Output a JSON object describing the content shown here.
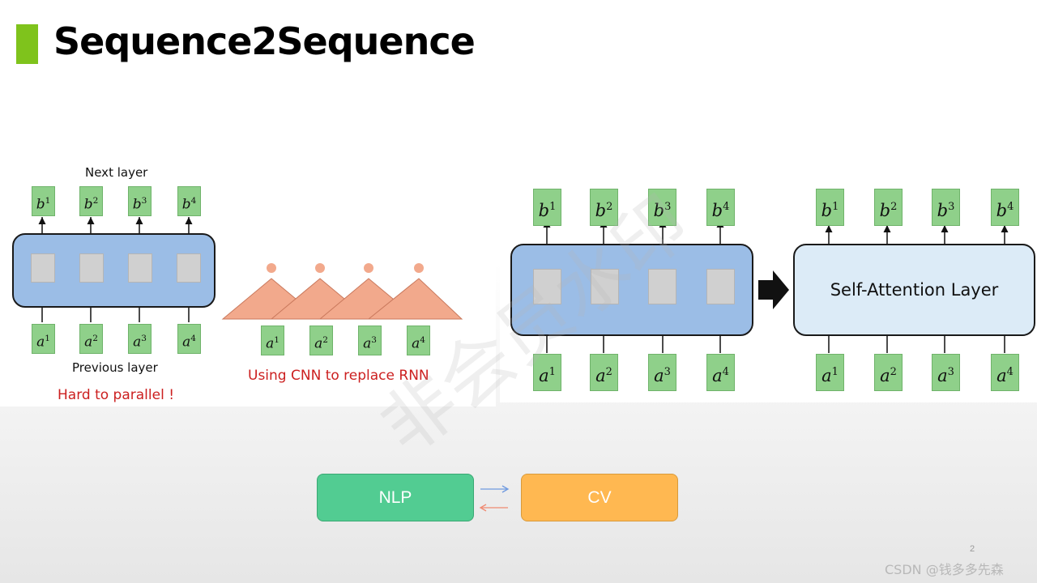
{
  "title": "Sequence2Sequence",
  "left_figure": {
    "top_label": "Next layer",
    "bottom_label": "Previous layer",
    "note": "Hard to parallel !",
    "outputs": [
      "1",
      "2",
      "3",
      "4"
    ],
    "inputs": [
      "1",
      "2",
      "3",
      "4"
    ]
  },
  "cnn_figure": {
    "caption": "Using CNN to replace RNN",
    "inputs": [
      "1",
      "2",
      "3",
      "4"
    ]
  },
  "right_figure": {
    "attention_label": "Self-Attention Layer",
    "outputs": [
      "1",
      "2",
      "3",
      "4"
    ],
    "inputs": [
      "1",
      "2",
      "3",
      "4"
    ]
  },
  "flow": {
    "left": "NLP",
    "right": "CV",
    "colors": {
      "nlp": "#52cc92",
      "cv": "#ffb851",
      "arrow_right": "#6f9ae0",
      "arrow_left": "#f08a72"
    }
  },
  "page_number": "2",
  "watermark": "CSDN @钱多多先森",
  "stamp": "非会员水印",
  "colors": {
    "accent": "#7fc31c",
    "box": "#8fd08a",
    "rnn": "#9bbde6",
    "attention": "#dcebf7"
  }
}
